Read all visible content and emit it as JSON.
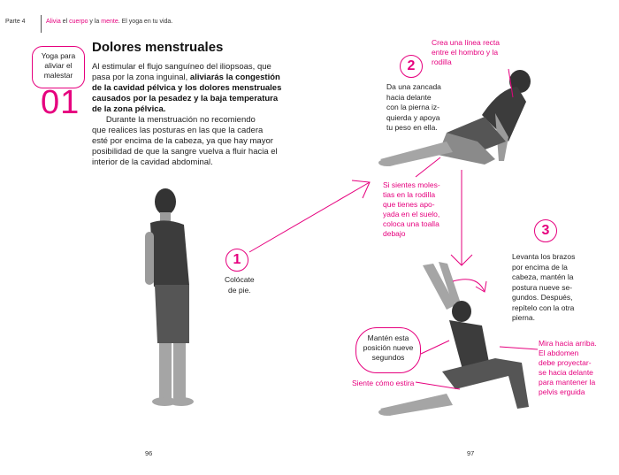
{
  "header": {
    "part": "Parte 4",
    "title_parts": [
      {
        "text": "Alivia",
        "pink": true
      },
      {
        "text": " el ",
        "pink": false
      },
      {
        "text": "cuerpo",
        "pink": true
      },
      {
        "text": " y la ",
        "pink": false
      },
      {
        "text": "mente",
        "pink": true
      },
      {
        "text": ". El yoga en tu vida.",
        "pink": false
      }
    ]
  },
  "section": {
    "box_lines": [
      "Yoga para",
      "aliviar el",
      "malestar"
    ],
    "number": "01",
    "title": "Dolores menstruales"
  },
  "body": {
    "lines": [
      [
        {
          "t": "Al estimular el flujo sanguíneo del iliopsoas, que",
          "b": false
        }
      ],
      [
        {
          "t": "pasa por la zona inguinal, ",
          "b": false
        },
        {
          "t": "aliviarás la congestión",
          "b": true
        }
      ],
      [
        {
          "t": "de la cavidad pélvica y los dolores menstruales",
          "b": true
        }
      ],
      [
        {
          "t": "causados por la pesadez y la baja temperatura",
          "b": true
        }
      ],
      [
        {
          "t": "de la zona pélvica.",
          "b": true
        }
      ],
      [
        {
          "t": "      Durante la menstruación no recomiendo",
          "b": false
        }
      ],
      [
        {
          "t": "que realices las posturas en las que la cadera",
          "b": false
        }
      ],
      [
        {
          "t": "esté por encima de la cabeza, ya que hay mayor",
          "b": false
        }
      ],
      [
        {
          "t": "posibilidad de que la sangre vuelva a fluir hacia el",
          "b": false
        }
      ],
      [
        {
          "t": "interior de la cavidad abdominal.",
          "b": false
        }
      ]
    ]
  },
  "steps": [
    {
      "number": "1",
      "lines": [
        "Colócate",
        "de pie."
      ]
    },
    {
      "number": "2",
      "lines": [
        "Da una zancada",
        "hacia delante",
        "con la pierna iz-",
        "quierda y apoya",
        "tu peso en ella."
      ]
    },
    {
      "number": "3",
      "lines": [
        "Levanta los brazos",
        "por encima de la",
        "cabeza, mantén la",
        "postura nueve se-",
        "gundos. Después,",
        "repítelo con la otra",
        "pierna."
      ]
    }
  ],
  "notes": {
    "line_shoulder_knee": [
      "Crea una línea recta",
      "entre el hombro y la",
      "rodilla"
    ],
    "knee_pain": [
      "Si sientes moles-",
      "tias en la rodilla",
      "que tienes apo-",
      "yada en el suelo,",
      "coloca una toalla",
      "debajo"
    ],
    "look_up": [
      "Mira hacia arriba.",
      "El abdomen",
      "debe proyectar-",
      "se hacia delante",
      "para mantener la",
      "pelvis erguida"
    ],
    "feel_stretch": "Siente cómo estira",
    "hold": [
      "Mantén esta",
      "posición nueve",
      "segundos"
    ]
  },
  "pages": {
    "left": "96",
    "right": "97"
  },
  "colors": {
    "accent": "#e6007e",
    "text": "#1a1a1a"
  }
}
